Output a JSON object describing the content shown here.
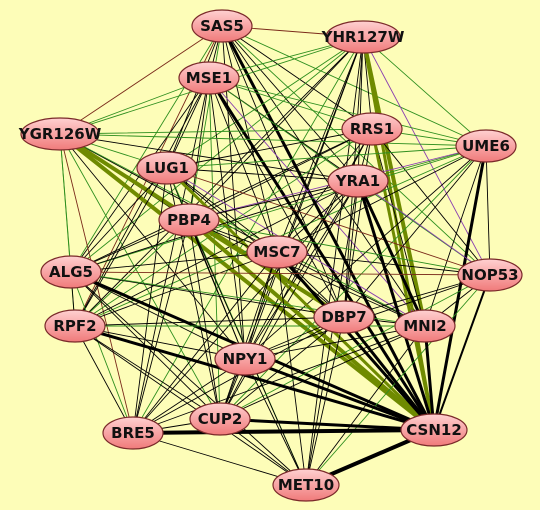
{
  "graph": {
    "background": "#fdfdb8",
    "node_fill_light": "#ffd0d0",
    "node_fill_dark": "#f07a7a",
    "edge_colors": {
      "black": "#000000",
      "green": "#2f8f1f",
      "olive": "#6f8a00",
      "purple": "#8a3fb0",
      "brown": "#7a2a1a"
    },
    "nodes": [
      {
        "id": "SAS5",
        "label": "SAS5"
      },
      {
        "id": "YHR127W",
        "label": "YHR127W"
      },
      {
        "id": "MSE1",
        "label": "MSE1"
      },
      {
        "id": "RRS1",
        "label": "RRS1"
      },
      {
        "id": "YGR126W",
        "label": "YGR126W"
      },
      {
        "id": "UME6",
        "label": "UME6"
      },
      {
        "id": "LUG1",
        "label": "LUG1"
      },
      {
        "id": "YRA1",
        "label": "YRA1"
      },
      {
        "id": "PBP4",
        "label": "PBP4"
      },
      {
        "id": "MSC7",
        "label": "MSC7"
      },
      {
        "id": "ALG5",
        "label": "ALG5"
      },
      {
        "id": "NOP53",
        "label": "NOP53"
      },
      {
        "id": "RPF2",
        "label": "RPF2"
      },
      {
        "id": "DBP7",
        "label": "DBP7"
      },
      {
        "id": "MNI2",
        "label": "MNI2"
      },
      {
        "id": "NPY1",
        "label": "NPY1"
      },
      {
        "id": "CUP2",
        "label": "CUP2"
      },
      {
        "id": "BRE5",
        "label": "BRE5"
      },
      {
        "id": "CSN12",
        "label": "CSN12"
      },
      {
        "id": "MET10",
        "label": "MET10"
      }
    ],
    "edges": [
      [
        "SAS5",
        "YHR127W",
        "brown",
        1
      ],
      [
        "SAS5",
        "MSE1",
        "black",
        1
      ],
      [
        "SAS5",
        "YGR126W",
        "brown",
        1
      ],
      [
        "SAS5",
        "RRS1",
        "black",
        1
      ],
      [
        "SAS5",
        "UME6",
        "green",
        1
      ],
      [
        "SAS5",
        "LUG1",
        "black",
        1
      ],
      [
        "SAS5",
        "YRA1",
        "black",
        1
      ],
      [
        "SAS5",
        "PBP4",
        "green",
        1
      ],
      [
        "SAS5",
        "MSC7",
        "black",
        1
      ],
      [
        "SAS5",
        "ALG5",
        "green",
        1
      ],
      [
        "SAS5",
        "DBP7",
        "black",
        1
      ],
      [
        "SAS5",
        "MNI2",
        "black",
        1
      ],
      [
        "SAS5",
        "NPY1",
        "black",
        1
      ],
      [
        "SAS5",
        "CSN12",
        "black",
        3
      ],
      [
        "SAS5",
        "RPF2",
        "brown",
        1
      ],
      [
        "SAS5",
        "NOP53",
        "green",
        1
      ],
      [
        "YHR127W",
        "MSE1",
        "green",
        1
      ],
      [
        "YHR127W",
        "YGR126W",
        "green",
        1
      ],
      [
        "YHR127W",
        "RRS1",
        "black",
        1
      ],
      [
        "YHR127W",
        "UME6",
        "green",
        1
      ],
      [
        "YHR127W",
        "LUG1",
        "green",
        1
      ],
      [
        "YHR127W",
        "YRA1",
        "black",
        1
      ],
      [
        "YHR127W",
        "PBP4",
        "black",
        1
      ],
      [
        "YHR127W",
        "MSC7",
        "black",
        1
      ],
      [
        "YHR127W",
        "ALG5",
        "green",
        1
      ],
      [
        "YHR127W",
        "RPF2",
        "black",
        1
      ],
      [
        "YHR127W",
        "DBP7",
        "black",
        1
      ],
      [
        "YHR127W",
        "MNI2",
        "olive",
        4
      ],
      [
        "YHR127W",
        "NPY1",
        "black",
        1
      ],
      [
        "YHR127W",
        "CUP2",
        "black",
        1
      ],
      [
        "YHR127W",
        "BRE5",
        "green",
        1
      ],
      [
        "YHR127W",
        "CSN12",
        "olive",
        3
      ],
      [
        "YHR127W",
        "NOP53",
        "purple",
        1
      ],
      [
        "YHR127W",
        "MET10",
        "black",
        1
      ],
      [
        "MSE1",
        "YGR126W",
        "green",
        1
      ],
      [
        "MSE1",
        "RRS1",
        "green",
        1
      ],
      [
        "MSE1",
        "UME6",
        "green",
        1
      ],
      [
        "MSE1",
        "LUG1",
        "black",
        1
      ],
      [
        "MSE1",
        "YRA1",
        "black",
        1
      ],
      [
        "MSE1",
        "PBP4",
        "black",
        1
      ],
      [
        "MSE1",
        "MSC7",
        "black",
        1
      ],
      [
        "MSE1",
        "ALG5",
        "black",
        1
      ],
      [
        "MSE1",
        "RPF2",
        "black",
        1
      ],
      [
        "MSE1",
        "DBP7",
        "black",
        1
      ],
      [
        "MSE1",
        "MNI2",
        "purple",
        1
      ],
      [
        "MSE1",
        "NPY1",
        "black",
        1
      ],
      [
        "MSE1",
        "CUP2",
        "green",
        1
      ],
      [
        "MSE1",
        "BRE5",
        "black",
        1
      ],
      [
        "MSE1",
        "CSN12",
        "black",
        3
      ],
      [
        "MSE1",
        "NOP53",
        "green",
        1
      ],
      [
        "YGR126W",
        "RRS1",
        "green",
        1
      ],
      [
        "YGR126W",
        "UME6",
        "green",
        1
      ],
      [
        "YGR126W",
        "LUG1",
        "green",
        1
      ],
      [
        "YGR126W",
        "YRA1",
        "black",
        1
      ],
      [
        "YGR126W",
        "PBP4",
        "black",
        1
      ],
      [
        "YGR126W",
        "MSC7",
        "black",
        1
      ],
      [
        "YGR126W",
        "ALG5",
        "green",
        1
      ],
      [
        "YGR126W",
        "RPF2",
        "green",
        1
      ],
      [
        "YGR126W",
        "DBP7",
        "olive",
        4
      ],
      [
        "YGR126W",
        "MNI2",
        "green",
        1
      ],
      [
        "YGR126W",
        "NPY1",
        "black",
        1
      ],
      [
        "YGR126W",
        "CSN12",
        "olive",
        4
      ],
      [
        "YGR126W",
        "BRE5",
        "brown",
        1
      ],
      [
        "YGR126W",
        "CUP2",
        "green",
        1
      ],
      [
        "RRS1",
        "UME6",
        "green",
        1
      ],
      [
        "RRS1",
        "LUG1",
        "black",
        1
      ],
      [
        "RRS1",
        "YRA1",
        "black",
        1
      ],
      [
        "RRS1",
        "PBP4",
        "black",
        1
      ],
      [
        "RRS1",
        "MSC7",
        "black",
        1
      ],
      [
        "RRS1",
        "ALG5",
        "black",
        1
      ],
      [
        "RRS1",
        "RPF2",
        "green",
        1
      ],
      [
        "RRS1",
        "DBP7",
        "black",
        1
      ],
      [
        "RRS1",
        "MNI2",
        "black",
        1
      ],
      [
        "RRS1",
        "NPY1",
        "black",
        1
      ],
      [
        "RRS1",
        "CUP2",
        "black",
        1
      ],
      [
        "RRS1",
        "CSN12",
        "olive",
        3
      ],
      [
        "RRS1",
        "NOP53",
        "black",
        1
      ],
      [
        "UME6",
        "LUG1",
        "green",
        1
      ],
      [
        "UME6",
        "YRA1",
        "green",
        1
      ],
      [
        "UME6",
        "PBP4",
        "purple",
        1
      ],
      [
        "UME6",
        "MSC7",
        "black",
        1
      ],
      [
        "UME6",
        "ALG5",
        "green",
        1
      ],
      [
        "UME6",
        "DBP7",
        "black",
        1
      ],
      [
        "UME6",
        "MNI2",
        "black",
        1
      ],
      [
        "UME6",
        "NPY1",
        "black",
        1
      ],
      [
        "UME6",
        "CSN12",
        "black",
        3
      ],
      [
        "UME6",
        "NOP53",
        "black",
        1
      ],
      [
        "UME6",
        "RPF2",
        "green",
        1
      ],
      [
        "UME6",
        "CUP2",
        "green",
        1
      ],
      [
        "LUG1",
        "YRA1",
        "black",
        1
      ],
      [
        "LUG1",
        "PBP4",
        "black",
        1
      ],
      [
        "LUG1",
        "MSC7",
        "black",
        1
      ],
      [
        "LUG1",
        "ALG5",
        "black",
        1
      ],
      [
        "LUG1",
        "RPF2",
        "black",
        1
      ],
      [
        "LUG1",
        "DBP7",
        "black",
        1
      ],
      [
        "LUG1",
        "MNI2",
        "purple",
        1
      ],
      [
        "LUG1",
        "NPY1",
        "black",
        1
      ],
      [
        "LUG1",
        "CUP2",
        "black",
        1
      ],
      [
        "LUG1",
        "BRE5",
        "black",
        1
      ],
      [
        "LUG1",
        "CSN12",
        "olive",
        3
      ],
      [
        "LUG1",
        "MET10",
        "green",
        1
      ],
      [
        "LUG1",
        "NOP53",
        "brown",
        1
      ],
      [
        "YRA1",
        "PBP4",
        "black",
        1
      ],
      [
        "YRA1",
        "MSC7",
        "black",
        1
      ],
      [
        "YRA1",
        "ALG5",
        "black",
        1
      ],
      [
        "YRA1",
        "RPF2",
        "black",
        1
      ],
      [
        "YRA1",
        "DBP7",
        "black",
        1
      ],
      [
        "YRA1",
        "MNI2",
        "black",
        3
      ],
      [
        "YRA1",
        "NPY1",
        "black",
        1
      ],
      [
        "YRA1",
        "CUP2",
        "black",
        1
      ],
      [
        "YRA1",
        "BRE5",
        "black",
        1
      ],
      [
        "YRA1",
        "CSN12",
        "black",
        3
      ],
      [
        "YRA1",
        "NOP53",
        "purple",
        1
      ],
      [
        "YRA1",
        "MET10",
        "black",
        1
      ],
      [
        "PBP4",
        "MSC7",
        "black",
        1
      ],
      [
        "PBP4",
        "ALG5",
        "black",
        1
      ],
      [
        "PBP4",
        "RPF2",
        "green",
        1
      ],
      [
        "PBP4",
        "DBP7",
        "olive",
        3
      ],
      [
        "PBP4",
        "MNI2",
        "black",
        1
      ],
      [
        "PBP4",
        "NPY1",
        "black",
        1
      ],
      [
        "PBP4",
        "CUP2",
        "black",
        1
      ],
      [
        "PBP4",
        "BRE5",
        "black",
        1
      ],
      [
        "PBP4",
        "CSN12",
        "olive",
        4
      ],
      [
        "PBP4",
        "NOP53",
        "green",
        1
      ],
      [
        "PBP4",
        "MET10",
        "black",
        1
      ],
      [
        "MSC7",
        "ALG5",
        "black",
        1
      ],
      [
        "MSC7",
        "RPF2",
        "black",
        1
      ],
      [
        "MSC7",
        "DBP7",
        "black",
        1
      ],
      [
        "MSC7",
        "MNI2",
        "black",
        1
      ],
      [
        "MSC7",
        "NPY1",
        "black",
        1
      ],
      [
        "MSC7",
        "CUP2",
        "black",
        1
      ],
      [
        "MSC7",
        "BRE5",
        "black",
        1
      ],
      [
        "MSC7",
        "CSN12",
        "black",
        3
      ],
      [
        "MSC7",
        "NOP53",
        "black",
        1
      ],
      [
        "MSC7",
        "MET10",
        "black",
        1
      ],
      [
        "ALG5",
        "RPF2",
        "black",
        1
      ],
      [
        "ALG5",
        "DBP7",
        "black",
        1
      ],
      [
        "ALG5",
        "MNI2",
        "green",
        1
      ],
      [
        "ALG5",
        "NPY1",
        "black",
        1
      ],
      [
        "ALG5",
        "CUP2",
        "black",
        1
      ],
      [
        "ALG5",
        "BRE5",
        "green",
        1
      ],
      [
        "ALG5",
        "CSN12",
        "black",
        3
      ],
      [
        "ALG5",
        "NOP53",
        "brown",
        1
      ],
      [
        "ALG5",
        "MET10",
        "black",
        1
      ],
      [
        "NOP53",
        "DBP7",
        "black",
        1
      ],
      [
        "NOP53",
        "MNI2",
        "black",
        1
      ],
      [
        "NOP53",
        "NPY1",
        "black",
        1
      ],
      [
        "NOP53",
        "CSN12",
        "black",
        2
      ],
      [
        "NOP53",
        "CUP2",
        "green",
        1
      ],
      [
        "NOP53",
        "MET10",
        "green",
        1
      ],
      [
        "RPF2",
        "DBP7",
        "black",
        1
      ],
      [
        "RPF2",
        "MNI2",
        "green",
        1
      ],
      [
        "RPF2",
        "NPY1",
        "black",
        1
      ],
      [
        "RPF2",
        "CUP2",
        "black",
        1
      ],
      [
        "RPF2",
        "BRE5",
        "black",
        1
      ],
      [
        "RPF2",
        "CSN12",
        "black",
        3
      ],
      [
        "RPF2",
        "MET10",
        "black",
        1
      ],
      [
        "DBP7",
        "MNI2",
        "black",
        1
      ],
      [
        "DBP7",
        "NPY1",
        "black",
        1
      ],
      [
        "DBP7",
        "CUP2",
        "black",
        1
      ],
      [
        "DBP7",
        "BRE5",
        "black",
        1
      ],
      [
        "DBP7",
        "CSN12",
        "black",
        3
      ],
      [
        "DBP7",
        "MET10",
        "black",
        1
      ],
      [
        "MNI2",
        "NPY1",
        "black",
        1
      ],
      [
        "MNI2",
        "CUP2",
        "black",
        1
      ],
      [
        "MNI2",
        "BRE5",
        "black",
        1
      ],
      [
        "MNI2",
        "CSN12",
        "black",
        3
      ],
      [
        "MNI2",
        "MET10",
        "black",
        1
      ],
      [
        "NPY1",
        "CUP2",
        "black",
        1
      ],
      [
        "NPY1",
        "BRE5",
        "black",
        1
      ],
      [
        "NPY1",
        "CSN12",
        "black",
        3
      ],
      [
        "NPY1",
        "MET10",
        "black",
        1
      ],
      [
        "CUP2",
        "BRE5",
        "black",
        1
      ],
      [
        "CUP2",
        "CSN12",
        "black",
        3
      ],
      [
        "CUP2",
        "MET10",
        "black",
        1
      ],
      [
        "BRE5",
        "CSN12",
        "black",
        4
      ],
      [
        "BRE5",
        "MET10",
        "black",
        1
      ],
      [
        "CSN12",
        "MET10",
        "black",
        4
      ]
    ]
  }
}
